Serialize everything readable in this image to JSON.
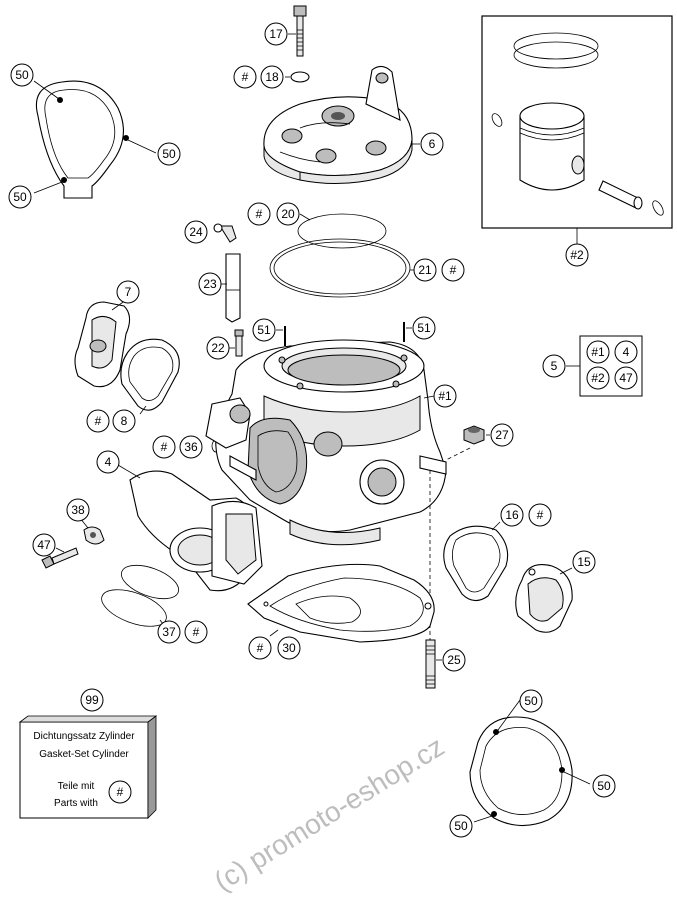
{
  "callouts": {
    "c17": "17",
    "c18": "18",
    "c6": "6",
    "c50a": "50",
    "c50b": "50",
    "c50c": "50",
    "c20": "20",
    "c24": "24",
    "c21": "21",
    "c23": "23",
    "c7": "7",
    "c51a": "51",
    "c51b": "51",
    "c22": "22",
    "c8": "8",
    "c36": "36",
    "c1": "#1",
    "c27": "27",
    "c4": "4",
    "c2": "#2",
    "c5": "5",
    "k1": "#1",
    "k4": "4",
    "k2": "#2",
    "k47": "47",
    "c38": "38",
    "c47": "47",
    "c16": "16",
    "c15": "15",
    "c37": "37",
    "c30": "30",
    "c25": "25",
    "c99": "99",
    "c50d": "50",
    "c50e": "50",
    "c50f": "50",
    "hash": "#"
  },
  "gasket_box": {
    "line1": "Dichtungssatz Zylinder",
    "line2": "Gasket-Set Cylinder",
    "line3": "Teile mit",
    "line4": "Parts with",
    "symbol": "#"
  },
  "watermark": "(c) promoto-eshop.cz"
}
